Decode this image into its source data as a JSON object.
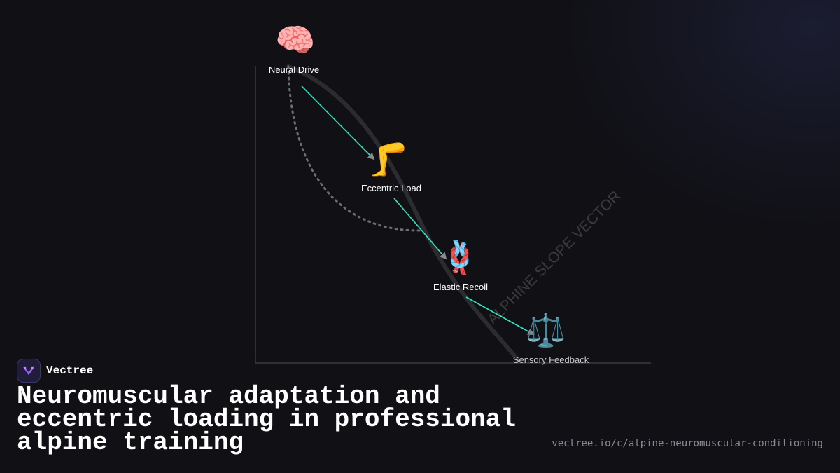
{
  "diagram": {
    "nodes": [
      {
        "icon": "🧠",
        "icon_name": "brain-icon",
        "label": "Neural Drive"
      },
      {
        "icon": "🦵",
        "icon_name": "leg-icon",
        "label": "Eccentric Load"
      },
      {
        "icon": "🪢",
        "icon_name": "knot-icon",
        "label": "Elastic Recoil"
      },
      {
        "icon": "⚖️",
        "icon_name": "balance-scale-icon",
        "label": "Sensory Feedback"
      }
    ],
    "watermark": "ALPHINE SLOPE VECTOR",
    "colors": {
      "arrow": "#2ee6c4",
      "slope_curve": "#2c2c30",
      "dotted_curve": "#6e6e72",
      "axis": "#3a3a3e"
    }
  },
  "brand": {
    "name": "Vectree"
  },
  "headline": "Neuromuscular adaptation and eccentric loading in professional alpine training",
  "url": "vectree.io/c/alpine-neuromuscular-conditioning"
}
